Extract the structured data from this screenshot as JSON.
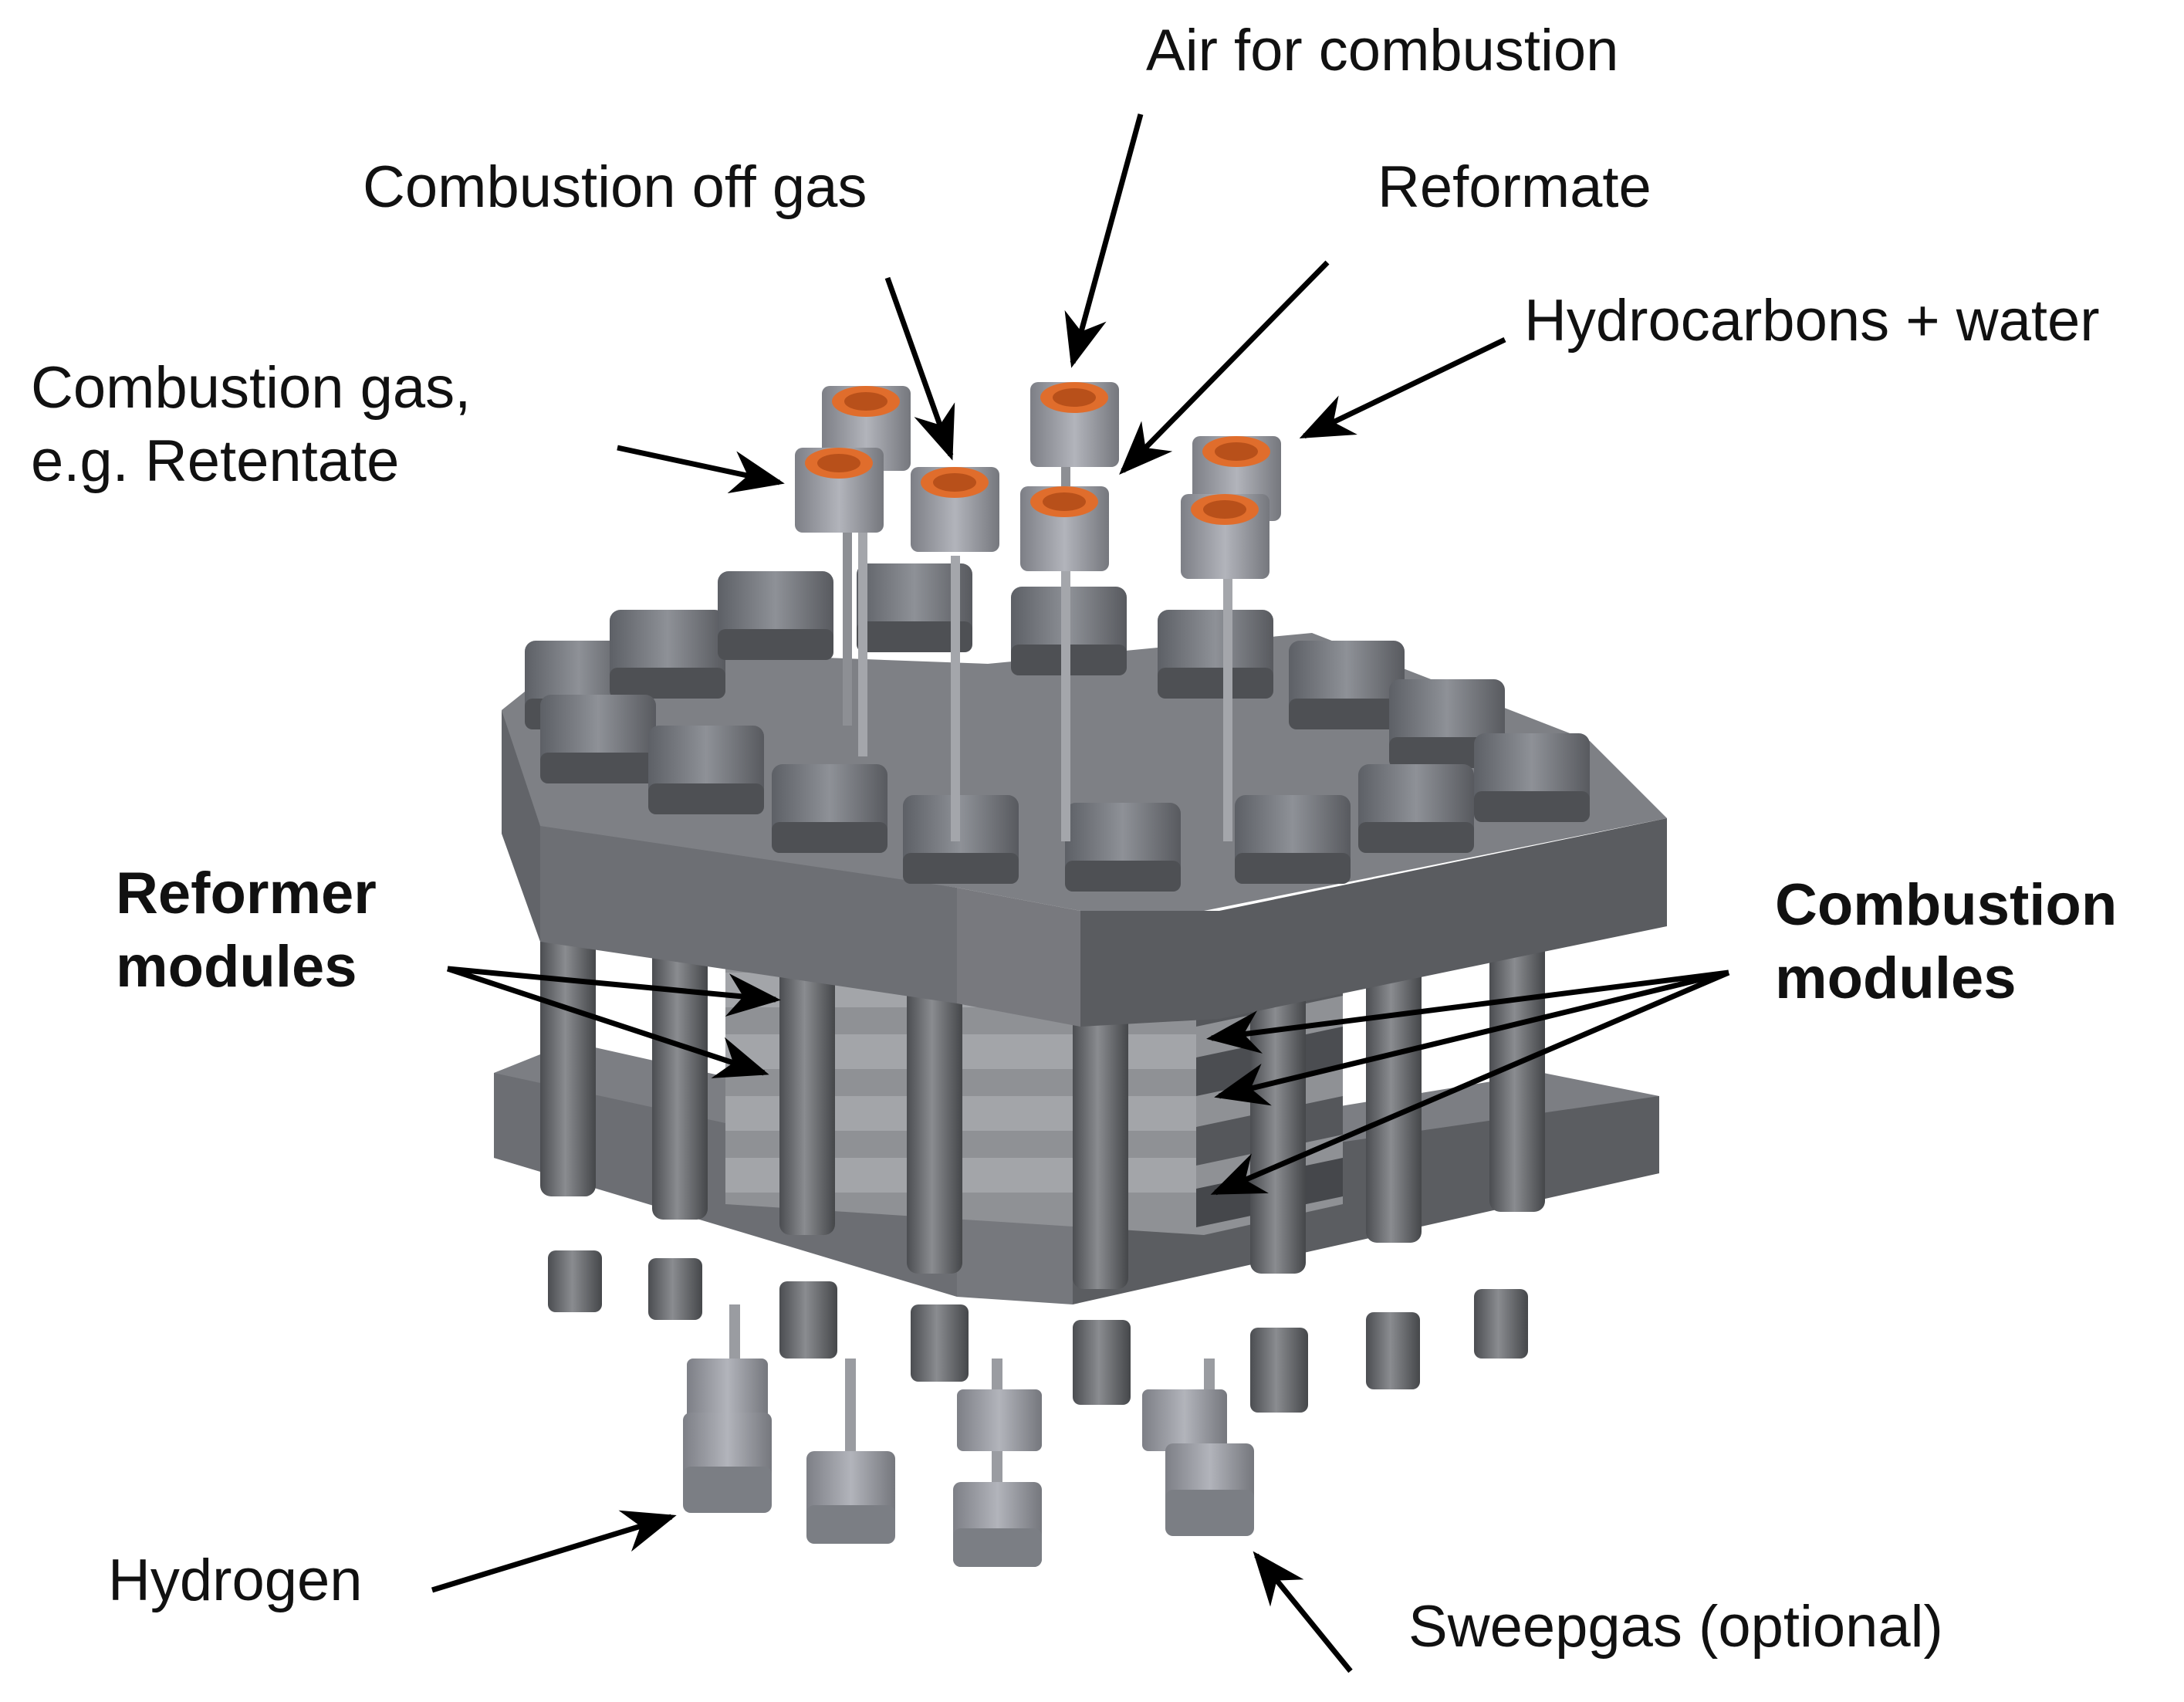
{
  "labels": {
    "air_for_combustion": "Air for combustion",
    "combustion_off_gas": "Combustion off gas",
    "reformate": "Reformate",
    "hydrocarbons_water": "Hydrocarbons + water",
    "combustion_gas_line1": "Combustion gas,",
    "combustion_gas_line2": "e.g. Retentate",
    "reformer_modules_line1": "Reformer",
    "reformer_modules_line2": "modules",
    "combustion_modules_line1": "Combustion",
    "combustion_modules_line2": "modules",
    "hydrogen": "Hydrogen",
    "sweepgas": "Sweepgas (optional)"
  },
  "colors": {
    "body_gray": "#6f7074",
    "bolt_gray": "#55575b",
    "fitting_copper": "#e06d2c",
    "arrow": "#000000"
  }
}
